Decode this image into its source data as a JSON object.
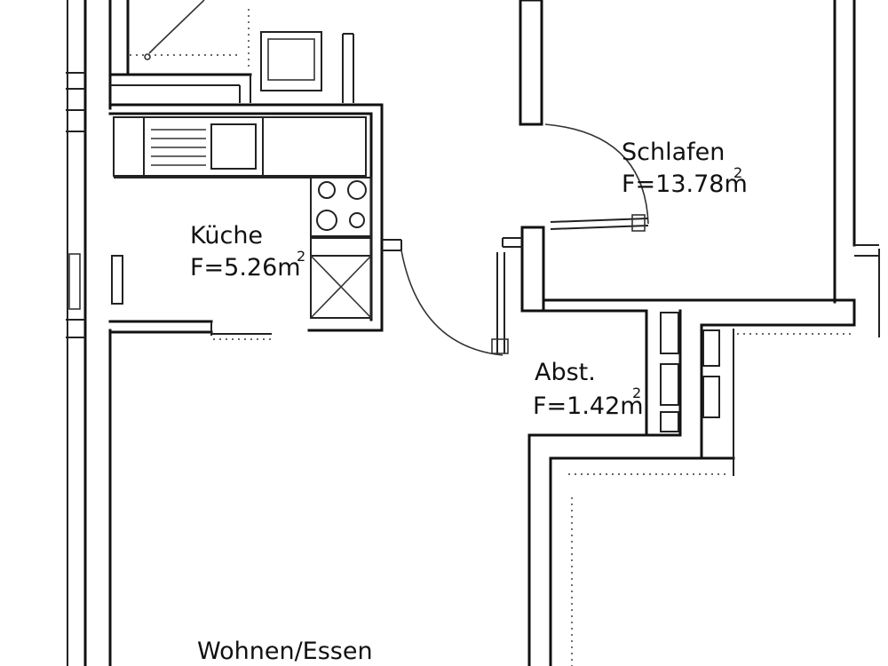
{
  "rooms": {
    "kueche": {
      "name": "Küche",
      "area": "F=5.26m",
      "exp": "2"
    },
    "schlafen": {
      "name": "Schlafen",
      "area": "F=13.78m",
      "exp": "2"
    },
    "abst": {
      "name": "Abst.",
      "area": "F=1.42m",
      "exp": "2"
    },
    "wohnen": {
      "name": "Wohnen/Essen"
    }
  }
}
